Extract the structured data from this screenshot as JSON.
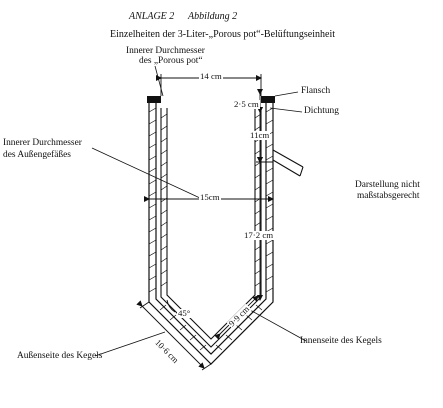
{
  "header": {
    "annex": "ANLAGE 2",
    "figure": "Abbildung 2",
    "title": "Einzelheiten der 3-Liter-„Porous pot“-Belüftungseinheit"
  },
  "labels": {
    "inner_pot_diameter_line1": "Innerer Durchmesser",
    "inner_pot_diameter_line2": "des „Porous pot“",
    "outer_vessel_diameter_line1": "Innerer Durchmesser",
    "outer_vessel_diameter_line2": "des Außengefäßes",
    "flange": "Flansch",
    "seal": "Dichtung",
    "not_to_scale_line1": "Darstellung nicht",
    "not_to_scale_line2": "maßstabsgerecht",
    "cone_inner_side": "Innenseite des Kegels",
    "cone_outer_side": "Außenseite des Kegels"
  },
  "dimensions": {
    "inner_pot_diameter": "14 cm",
    "flange_gap": "2·5 cm",
    "upper_height": "11cm",
    "outer_vessel_diameter": "15cm",
    "lower_height": "17·2 cm",
    "cone_inner_length": "9·9 cm",
    "cone_outer_length": "10·6 cm",
    "cone_angle": "45°"
  }
}
